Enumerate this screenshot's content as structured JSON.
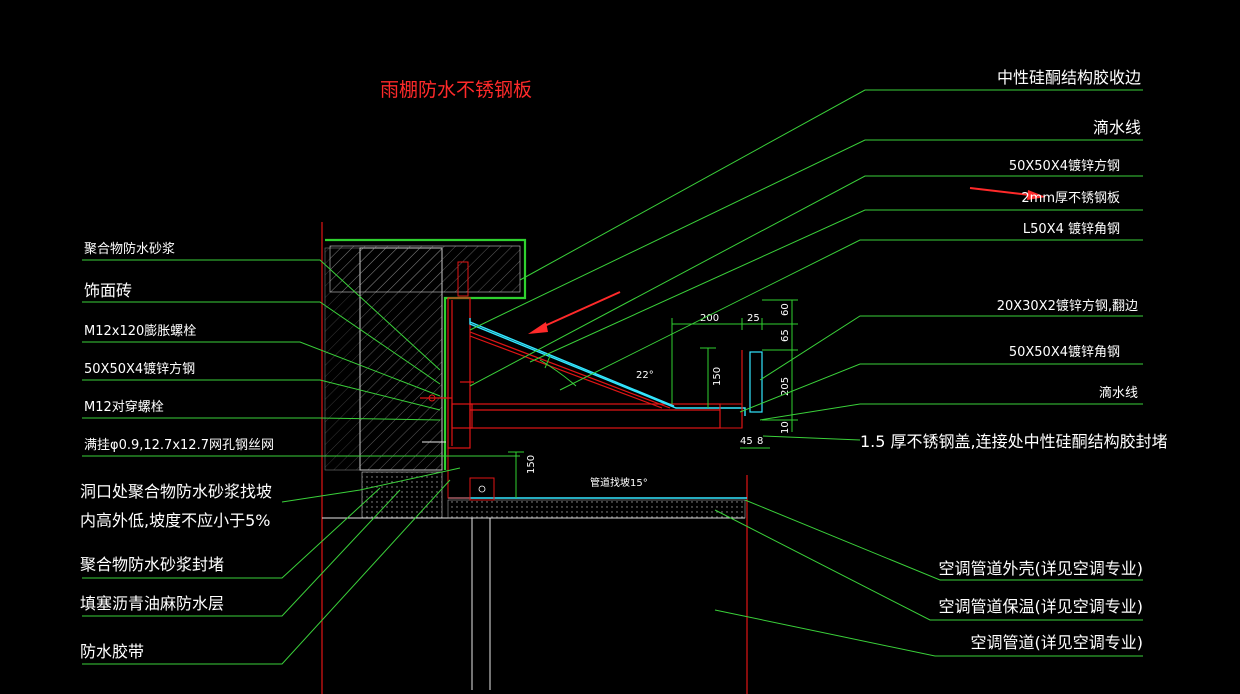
{
  "title": "雨棚防水不锈钢板",
  "colors": {
    "background": "#000000",
    "leader": "#3ad03a",
    "title": "#ff2a2a",
    "wall": "#e01515",
    "plate": "#33e6ff",
    "arrow": "#ff2a2a"
  },
  "right_labels": [
    "中性硅酮结构胶收边",
    "滴水线",
    "50X50X4镀锌方钢",
    "2mm厚不锈钢板",
    "L50X4 镀锌角钢",
    "20X30X2镀锌方钢,翻边",
    "50X50X4镀锌角钢",
    "滴水线",
    "1.5  厚不锈钢盖,连接处中性硅酮结构胶封堵",
    "空调管道外壳(详见空调专业)",
    "空调管道保温(详见空调专业)",
    "空调管道(详见空调专业)"
  ],
  "left_labels": [
    "聚合物防水砂浆",
    "饰面砖",
    "M12x120膨胀螺栓",
    "50X50X4镀锌方钢",
    "M12对穿螺栓",
    "满挂φ0.9,12.7x12.7网孔钢丝网",
    "洞口处聚合物防水砂浆找坡",
    "内高外低,坡度不应小于5%",
    "聚合物防水砂浆封堵",
    "填塞沥青油麻防水层",
    "防水胶带"
  ],
  "dimensions": [
    "200",
    "25",
    "60",
    "65",
    "205",
    "10",
    "150",
    "22°",
    "45",
    "8",
    "150"
  ],
  "pipe_slope_note": "管道找坡15°"
}
